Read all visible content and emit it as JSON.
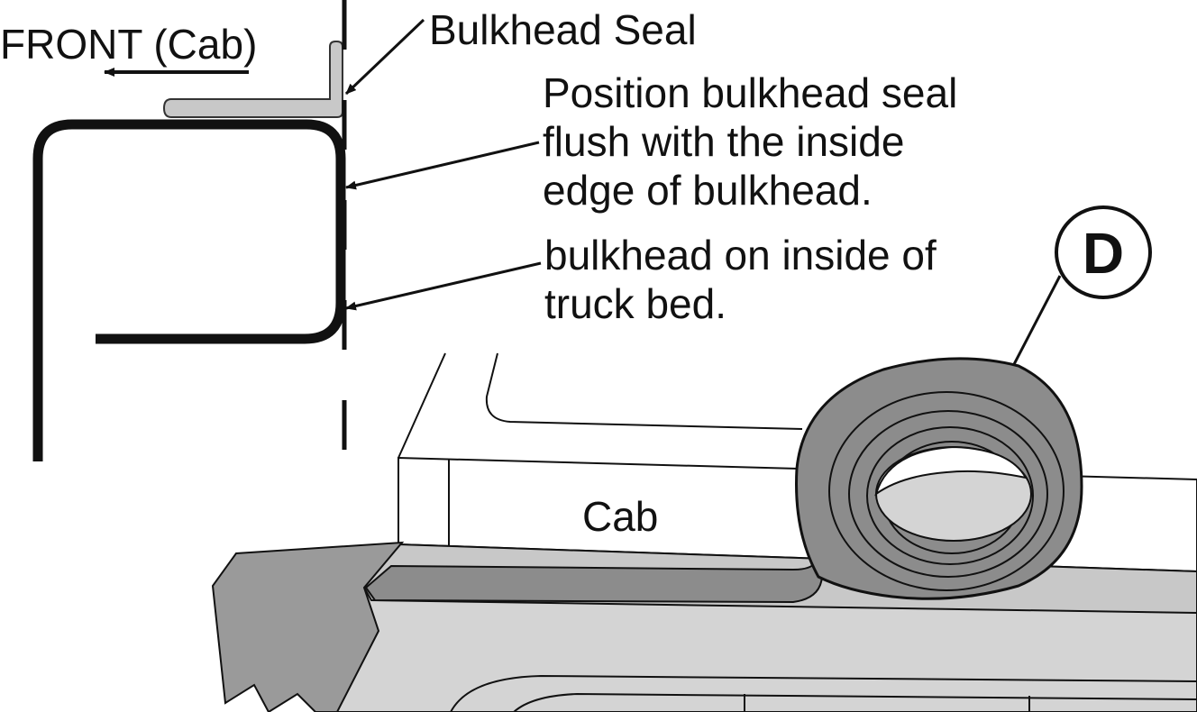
{
  "labels": {
    "front": "FRONT (Cab)",
    "seal": "Bulkhead Seal",
    "position_lines": [
      "Position bulkhead seal",
      "flush with the inside",
      "edge of bulkhead."
    ],
    "bulkhead_lines": [
      "bulkhead on inside of",
      "truck bed."
    ],
    "cab": "Cab",
    "callout": "D"
  },
  "colors": {
    "line": "#111111",
    "seal_fill": "#c8c8c8",
    "roll_fill": "#8c8c8c",
    "bed_fill": "#d4d4d4",
    "shade_fill": "#9a9a9a",
    "background": "#ffffff"
  }
}
